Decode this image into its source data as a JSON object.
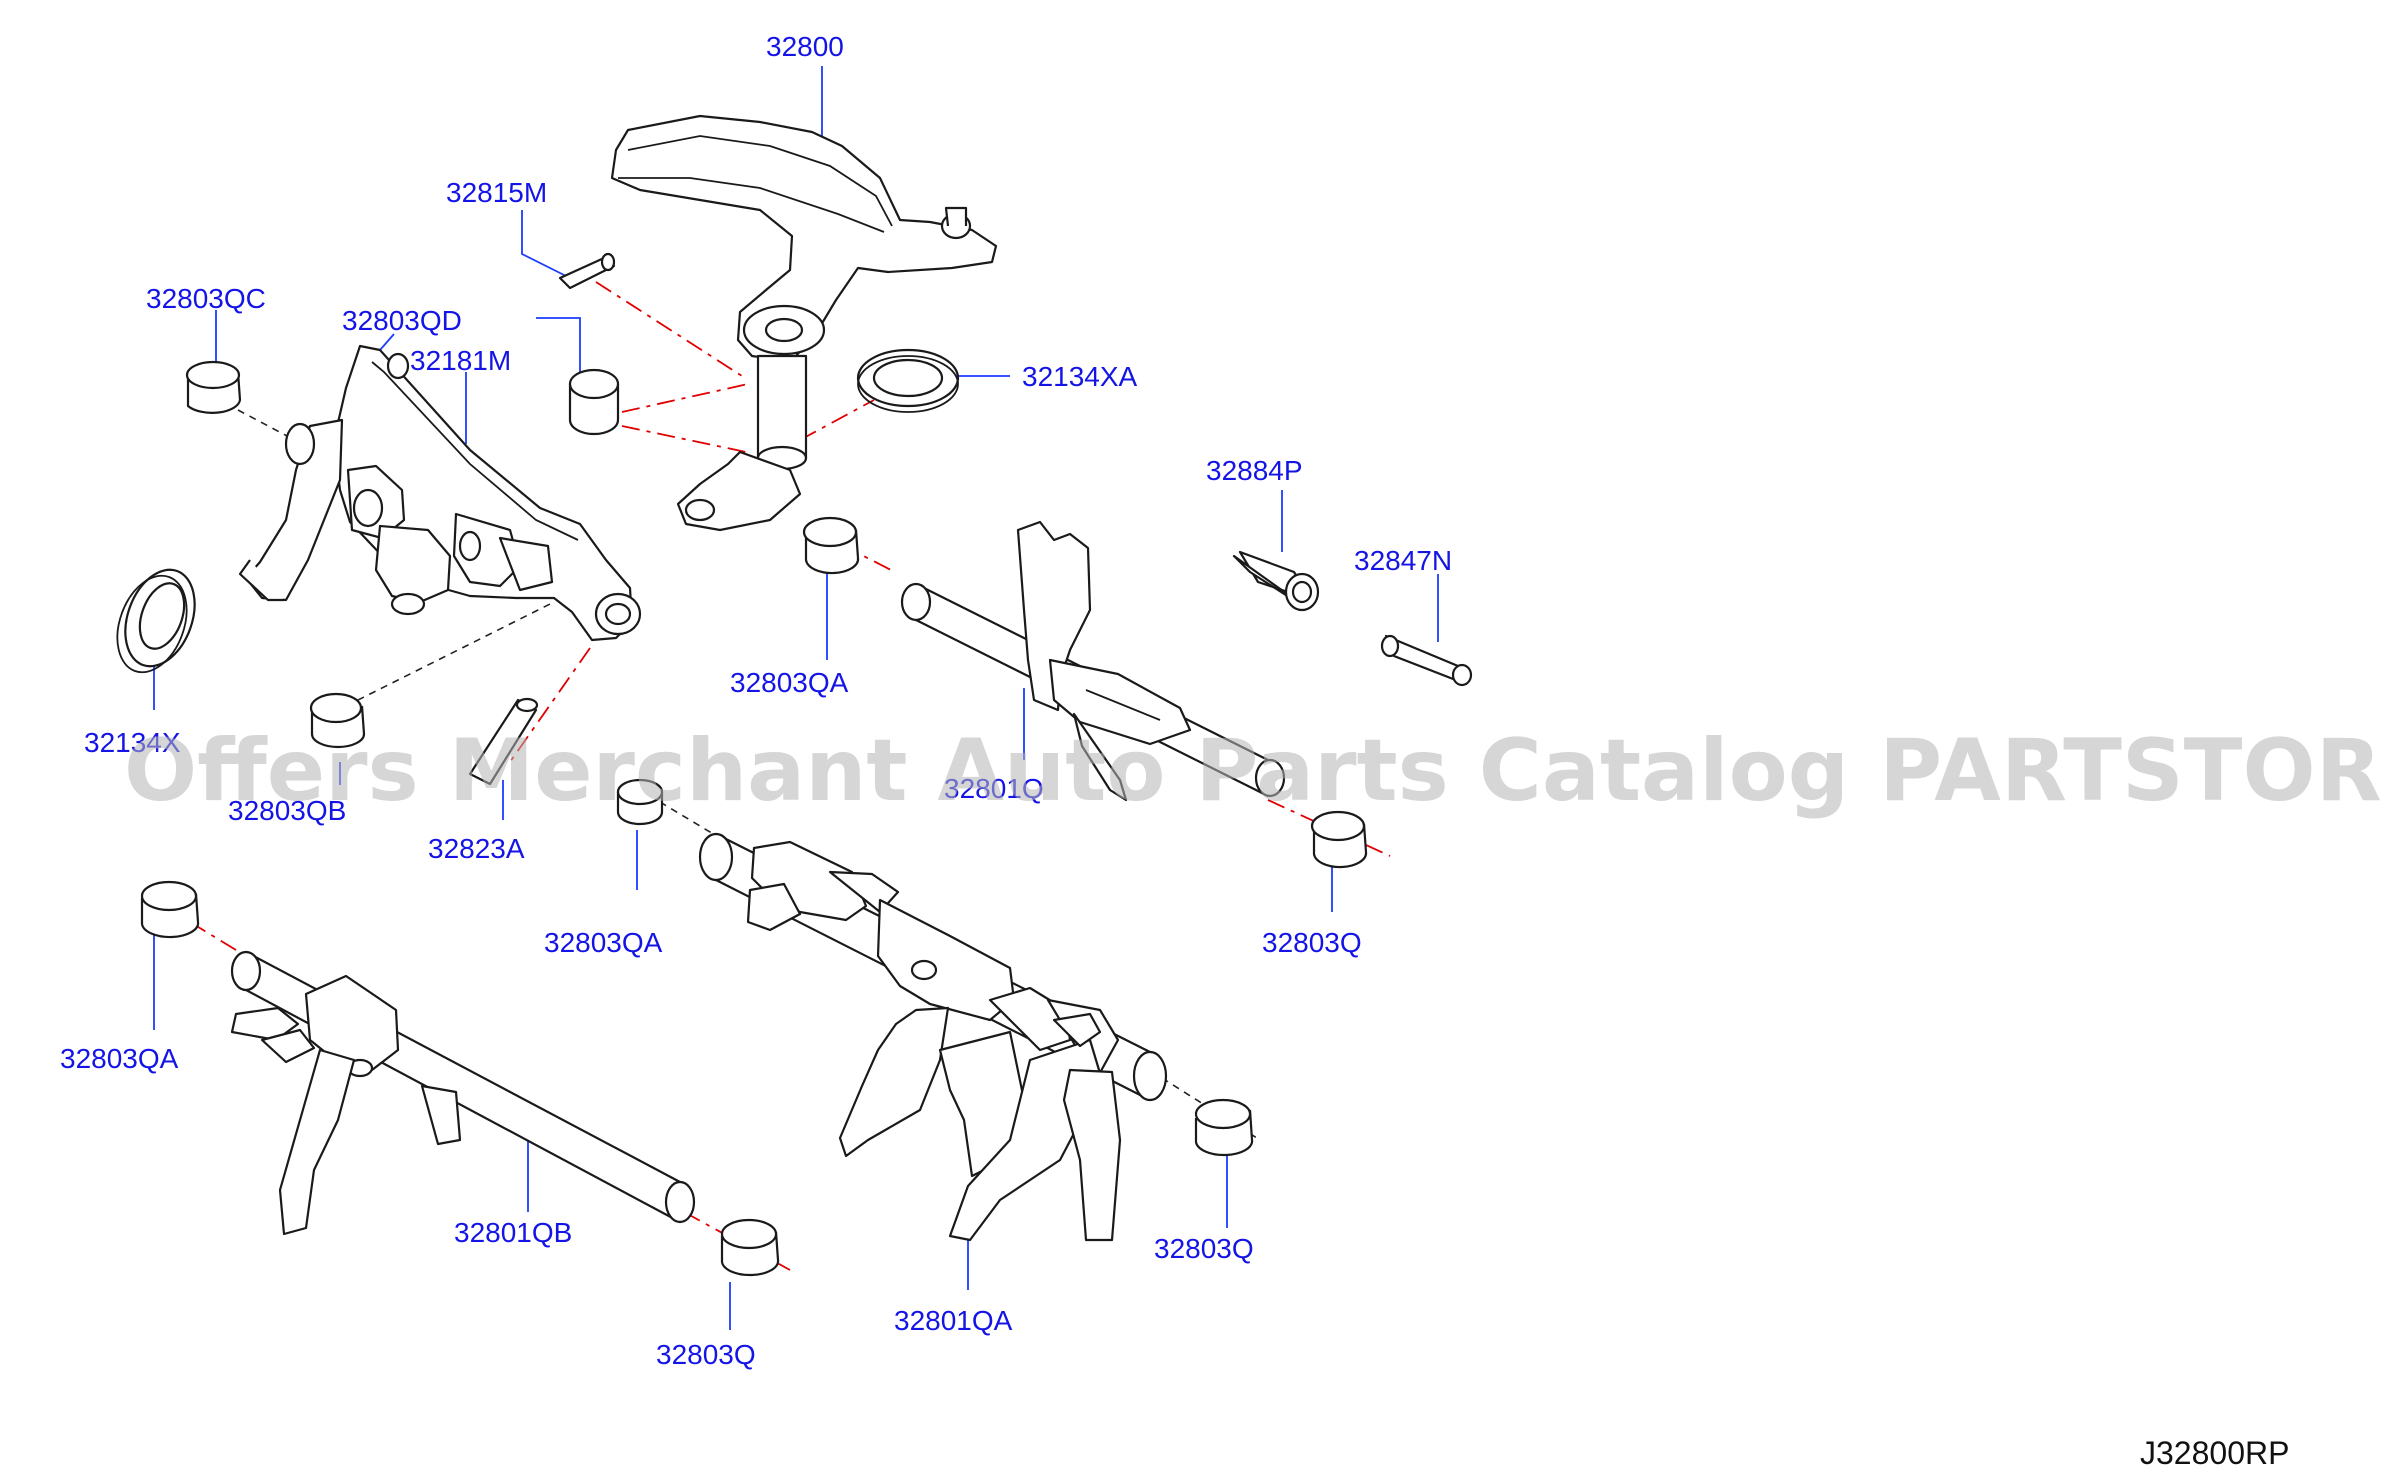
{
  "diagram": {
    "labels": {
      "p32800": "32800",
      "p32815M": "32815M",
      "p32803QC": "32803QC",
      "p32803QD": "32803QD",
      "p32181M": "32181M",
      "p32134XA": "32134XA",
      "p32884P": "32884P",
      "p32847N": "32847N",
      "p32803QA_top": "32803QA",
      "p32134X": "32134X",
      "p32803QB": "32803QB",
      "p32823A": "32823A",
      "p32801Q": "32801Q",
      "p32803Q_right": "32803Q",
      "p32803QA_mid": "32803QA",
      "p32803QA_left": "32803QA",
      "p32801QB": "32801QB",
      "p32803Q_bottom": "32803Q",
      "p32801QA": "32801QA",
      "p32803Q_lowright": "32803Q"
    },
    "drawing_code": "J32800RP",
    "watermark": "Offers Merchant Auto Parts Catalog PARTSTORE.SA",
    "colors": {
      "label": "#1414e6",
      "leader": "#1c3cff",
      "centerline": "#e00000",
      "outline": "#1a1a1a",
      "watermark": "#b4b4b4"
    }
  }
}
